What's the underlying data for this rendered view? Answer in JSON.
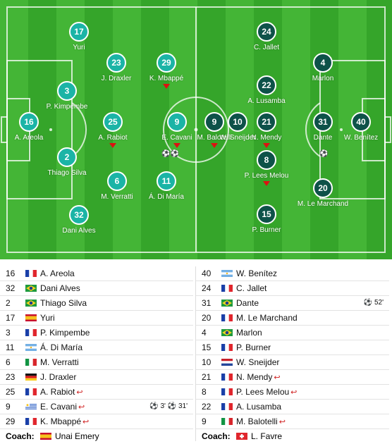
{
  "colors": {
    "home": "#1bb4a6",
    "away": "#0e5249",
    "arrow": "#d11111",
    "pitch_dark": "#35a52a",
    "pitch_light": "#44b536"
  },
  "pitch": {
    "home": [
      {
        "num": "16",
        "name": "A. Areola"
      },
      {
        "num": "3",
        "name": "P. Kimpembe"
      },
      {
        "num": "17",
        "name": "Yuri"
      },
      {
        "num": "2",
        "name": "Thiago Silva"
      },
      {
        "num": "32",
        "name": "Dani Alves"
      },
      {
        "num": "23",
        "name": "J. Draxler"
      },
      {
        "num": "25",
        "name": "A. Rabiot"
      },
      {
        "num": "6",
        "name": "M. Verratti"
      },
      {
        "num": "29",
        "name": "K. Mbappé"
      },
      {
        "num": "9",
        "name": "E. Cavani"
      },
      {
        "num": "11",
        "name": "Á. Di María"
      }
    ],
    "away": [
      {
        "num": "24",
        "name": "C. Jallet"
      },
      {
        "num": "22",
        "name": "A. Lusamba"
      },
      {
        "num": "21",
        "name": "N. Mendy"
      },
      {
        "num": "8",
        "name": "P. Lees Melou"
      },
      {
        "num": "15",
        "name": "P. Burner"
      },
      {
        "num": "9",
        "name": "M. Balotelli"
      },
      {
        "num": "10",
        "name": "W. Sneijder"
      },
      {
        "num": "4",
        "name": "Marlon"
      },
      {
        "num": "31",
        "name": "Dante"
      },
      {
        "num": "20",
        "name": "M. Le Marchand"
      },
      {
        "num": "40",
        "name": "W. Benítez"
      }
    ]
  },
  "lineups": {
    "home": [
      {
        "num": "16",
        "flag": "france",
        "name": "A. Areola"
      },
      {
        "num": "32",
        "flag": "brazil",
        "name": "Dani Alves"
      },
      {
        "num": "2",
        "flag": "brazil",
        "name": "Thiago Silva"
      },
      {
        "num": "17",
        "flag": "spain",
        "name": "Yuri"
      },
      {
        "num": "3",
        "flag": "france",
        "name": "P. Kimpembe"
      },
      {
        "num": "11",
        "flag": "argentina",
        "name": "Á. Di María"
      },
      {
        "num": "6",
        "flag": "italy",
        "name": "M. Verratti"
      },
      {
        "num": "23",
        "flag": "germany",
        "name": "J. Draxler"
      },
      {
        "num": "25",
        "flag": "france",
        "name": "A. Rabiot",
        "sub": true
      },
      {
        "num": "9",
        "flag": "uruguay",
        "name": "E. Cavani",
        "sub": true,
        "events": "⚽ 3' ⚽ 31'"
      },
      {
        "num": "29",
        "flag": "france",
        "name": "K. Mbappé",
        "sub": true
      }
    ],
    "away": [
      {
        "num": "40",
        "flag": "argentina",
        "name": "W. Benítez"
      },
      {
        "num": "24",
        "flag": "france",
        "name": "C. Jallet"
      },
      {
        "num": "31",
        "flag": "brazil",
        "name": "Dante",
        "events": "⚽ 52'"
      },
      {
        "num": "20",
        "flag": "france",
        "name": "M. Le Marchand"
      },
      {
        "num": "4",
        "flag": "brazil",
        "name": "Marlon"
      },
      {
        "num": "15",
        "flag": "france",
        "name": "P. Burner"
      },
      {
        "num": "10",
        "flag": "netherlands",
        "name": "W. Sneijder"
      },
      {
        "num": "21",
        "flag": "france",
        "name": "N. Mendy",
        "sub": true
      },
      {
        "num": "8",
        "flag": "france",
        "name": "P. Lees Melou",
        "sub": true
      },
      {
        "num": "22",
        "flag": "france",
        "name": "A. Lusamba"
      },
      {
        "num": "9",
        "flag": "italy",
        "name": "M. Balotelli",
        "sub": true
      }
    ]
  },
  "coach": {
    "label": "Coach:",
    "home": {
      "flag": "spain",
      "name": "Unai Emery"
    },
    "away": {
      "flag": "switzerland",
      "name": "L. Favre"
    }
  },
  "icons": {
    "substitution": "↩",
    "goal": "⚽"
  }
}
